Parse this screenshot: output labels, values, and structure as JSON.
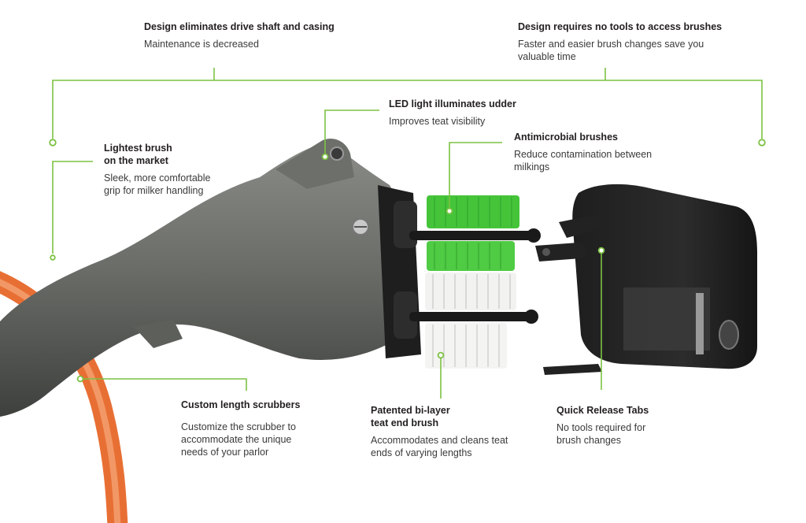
{
  "accent_color": "#7cc242",
  "callouts": {
    "drive_shaft": {
      "title": "Design eliminates drive shaft and casing",
      "desc": "Maintenance is decreased"
    },
    "no_tools": {
      "title": "Design requires no tools to access brushes",
      "desc": "Faster and easier brush changes save you\nvaluable time"
    },
    "led": {
      "title": "LED light illuminates udder",
      "desc": "Improves teat visibility"
    },
    "antimicrobial": {
      "title": "Antimicrobial brushes",
      "desc": "Reduce contamination between\nmilkings"
    },
    "lightest": {
      "title": "Lightest brush\non the market",
      "desc": "Sleek, more comfortable\ngrip for milker handling"
    },
    "scrubbers": {
      "title": "Custom length scrubbers",
      "desc": "Customize the scrubber to\naccommodate the unique\nneeds of your parlor"
    },
    "bilayer": {
      "title": "Patented bi-layer\nteat end brush",
      "desc": "Accommodates and cleans teat\nends of varying lengths"
    },
    "quick_release": {
      "title": "Quick Release Tabs",
      "desc": "No tools required for\nbrush changes"
    }
  },
  "illustration": {
    "icons": [
      "milking-brush-handle-icon",
      "orange-hose-icon",
      "green-brush-icon",
      "white-brush-icon",
      "brush-cover-icon"
    ]
  }
}
